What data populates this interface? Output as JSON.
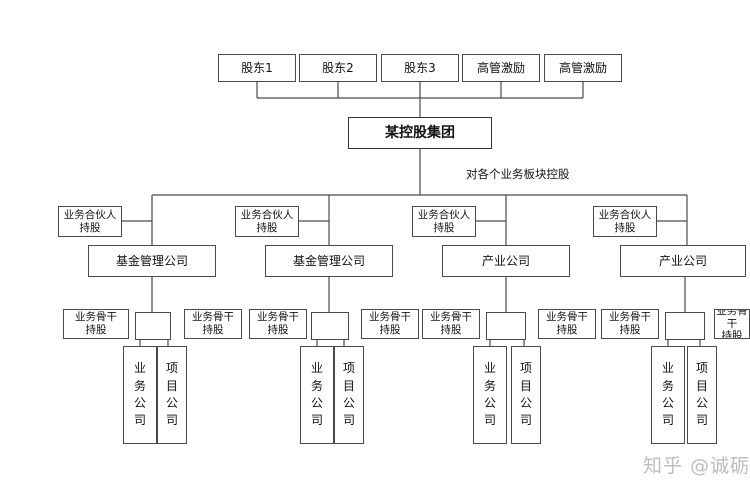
{
  "shareholders": [
    "股东1",
    "股东2",
    "股东3",
    "高管激励",
    "高管激励"
  ],
  "holding_group": "某控股集团",
  "holding_note": "对各个业务板块控股",
  "partner_label": [
    "业务合伙人",
    "持股"
  ],
  "backbone_label": [
    "业务骨干",
    "持股"
  ],
  "companies": [
    "基金管理公司",
    "基金管理公司",
    "产业公司",
    "产业公司"
  ],
  "sub_units": [
    [
      "业",
      "务",
      "公",
      "司"
    ],
    [
      "项",
      "目",
      "公",
      "司"
    ]
  ],
  "watermark": "知乎 @诚砺"
}
